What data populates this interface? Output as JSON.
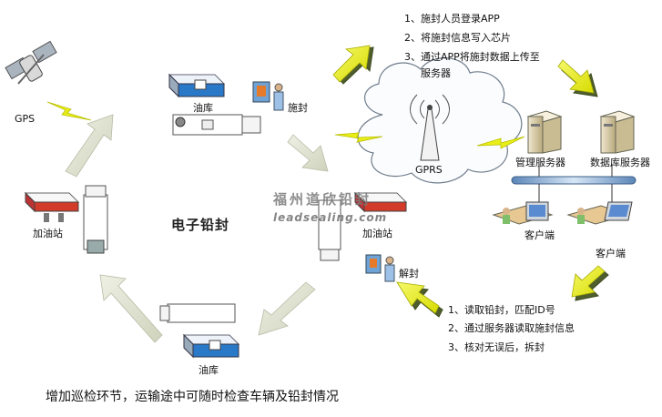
{
  "labels": {
    "gps": "GPS",
    "depot_top": "油库",
    "seal_action": "施封",
    "gas_station_left": "加油站",
    "center_title": "电子铅封",
    "gas_station_mid": "加油站",
    "gprs": "GPRS",
    "mgmt_server": "管理服务器",
    "db_server": "数据库服务器",
    "client1": "客户端",
    "client2": "客户端",
    "unseal_action": "解封",
    "depot_bottom": "油库"
  },
  "top_steps": [
    "1、施封人员登录APP",
    "2、将施封信息写入芯片",
    "3、通过APP将施封数据上传至",
    "服务器"
  ],
  "bottom_steps": [
    "1、读取铅封，匹配ID号",
    "2、通过服务器读取施封信息",
    "3、核对无误后，拆封"
  ],
  "watermark": {
    "line1": "福州道欣铅封",
    "line2": "leadsealing.com"
  },
  "caption": "增加巡检环节，运输途中可随时检查车辆及铅封情况",
  "colors": {
    "arrow_green": "#4a5a2a",
    "arrow_yellow": "#e9ee16",
    "pale_arrow": "#d8dcc8",
    "cloud_stroke": "#6f7d8c",
    "bus_blue": "#8fb3d9",
    "red_roof": "#d23a2a",
    "blue_roof": "#2f7fcf"
  }
}
